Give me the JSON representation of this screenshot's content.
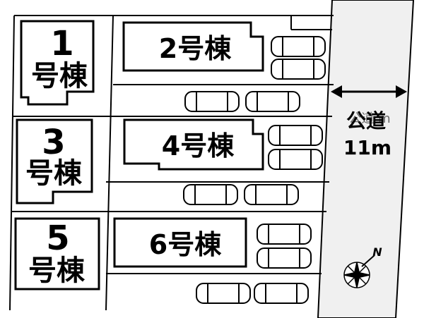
{
  "lots": [
    {
      "num": "1",
      "name": "号棟"
    },
    {
      "num": "3",
      "name": "号棟"
    },
    {
      "num": "5",
      "name": "号棟"
    }
  ],
  "buildings_inline": [
    {
      "label": "2号棟"
    },
    {
      "label": "4号棟"
    },
    {
      "label": "6号棟"
    }
  ],
  "road": {
    "name": "公道",
    "name_faint": "公道 m",
    "width": "11m"
  },
  "compass": {
    "north": "N"
  },
  "colors": {
    "line": "#000000",
    "road": "#e6e6e6"
  }
}
